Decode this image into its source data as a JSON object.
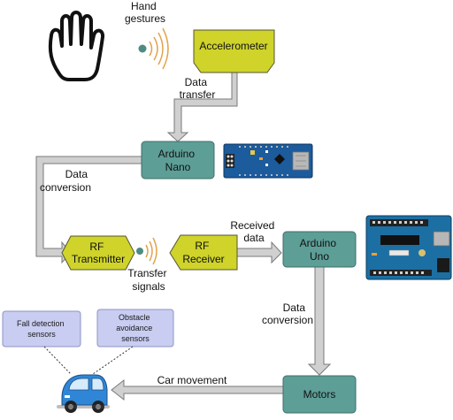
{
  "nodes": {
    "accelerometer": "Accelerometer",
    "arduino_nano": [
      "Arduino",
      "Nano"
    ],
    "rf_transmitter": [
      "RF",
      "Transmitter"
    ],
    "rf_receiver": [
      "RF",
      "Receiver"
    ],
    "arduino_uno": [
      "Arduino",
      "Uno"
    ],
    "motors": "Motors",
    "fall_detection": [
      "Fall detection",
      "sensors"
    ],
    "obstacle_avoidance": [
      "Obstacle",
      "avoidance",
      "sensors"
    ]
  },
  "labels": {
    "hand_gestures": [
      "Hand",
      "gestures"
    ],
    "data_transfer": [
      "Data",
      "transfer"
    ],
    "data_conversion_left": [
      "Data",
      "conversion"
    ],
    "transfer_signals": [
      "Transfer",
      "signals"
    ],
    "received_data": [
      "Received",
      "data"
    ],
    "data_conversion_right": [
      "Data",
      "conversion"
    ],
    "car_movement": "Car movement"
  },
  "icons": {
    "hand": "hand-icon",
    "wireless_top": "wireless-signal-icon",
    "wireless_mid": "wireless-signal-icon",
    "nano_board": "arduino-nano-board-icon",
    "uno_board": "arduino-uno-board-icon",
    "car": "car-icon"
  },
  "colors": {
    "yellow_node": "#cfd32a",
    "teal_node": "#5d9e96",
    "sensor_box": "#c9cdf2",
    "arrow": "#d0d0d0",
    "arrow_stroke": "#7a7a7a"
  }
}
